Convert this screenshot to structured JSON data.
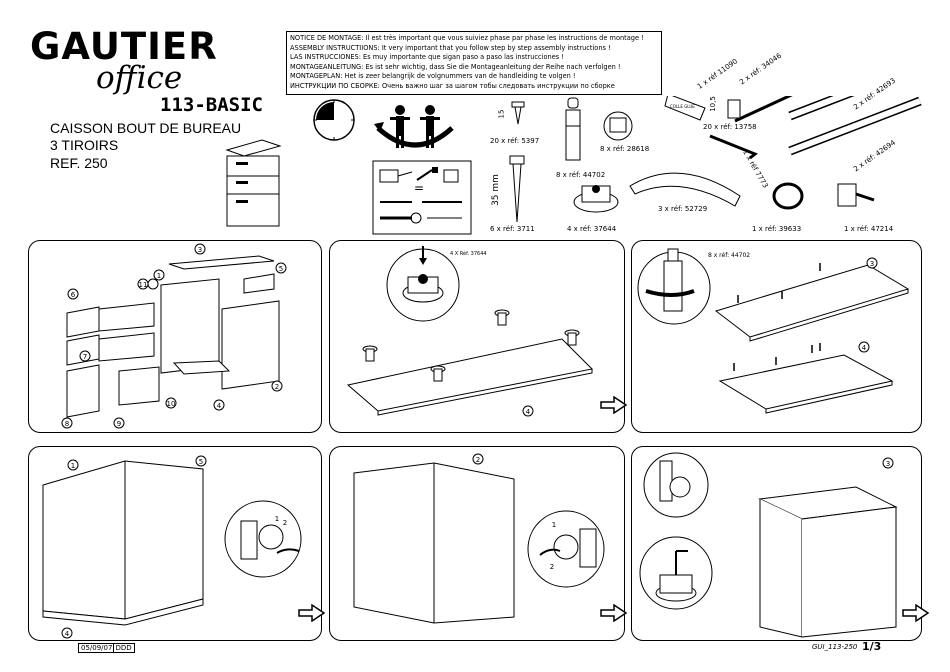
{
  "header": {
    "brand_line1": "GAUTIER",
    "brand_line2": "office",
    "model": "113-BASIC",
    "product_title_line1": "CAISSON BOUT DE BUREAU",
    "product_title_line2": "3 TIROIRS",
    "reference": "REF. 250"
  },
  "notice": [
    "NOTICE DE MONTAGE: Il est très important que vous suiviez phase par phase les instructions de montage !",
    "ASSEMBLY INSTRUCTIIONS: It very important that you follow step by step assembly instructions !",
    "LAS INSTRUCCIONES: Es muy importante que sigan paso a paso las instrucciones !",
    "MONTAGEANLEITUNG: Es ist sehr wichtig, dass Sie die Montageanleitung der Reihe nach verfolgen !",
    "MONTAGEPLAN: Het is zeer belangrijk de volgnummers van de handleiding te volgen !",
    "ИНСТРУКЦИИ ПО СБОРКЕ: Очень важно шаг за шагом тобы следовать инструкции по сборке"
  ],
  "hardware": [
    {
      "qty": "20 x réf: 5397"
    },
    {
      "qty": "8 x réf: 44702"
    },
    {
      "qty": "8 x réf: 28618"
    },
    {
      "qty": "6 x réf: 3711"
    },
    {
      "qty": "4 x réf: 37644"
    },
    {
      "qty": "3 x réf: 52729"
    },
    {
      "qty": "1 x réf: 39633"
    },
    {
      "qty": "1 x réf: 47214"
    },
    {
      "qty": "20 x réf: 13758"
    },
    {
      "qty": "1 x réf 11090"
    },
    {
      "qty": "2 x réf: 34046"
    },
    {
      "qty": "2 x réf: 42693"
    },
    {
      "qty": "2 x réf: 42694"
    },
    {
      "qty": "1 x réf 7773"
    }
  ],
  "dimensions": {
    "screw_len": "35 mm",
    "dowel_h": "10,5",
    "dowel_w": "15"
  },
  "glue_label": "COLLE GLUE",
  "step_labels": {
    "step2_part": "4 X Réf. 37644",
    "step3_part": "8 x réf: 44702"
  },
  "part_numbers": {
    "exploded": [
      "1",
      "2",
      "3",
      "4",
      "5",
      "6",
      "7",
      "8",
      "9",
      "9",
      "10",
      "11",
      "11"
    ],
    "step2": [
      "4"
    ],
    "step3": [
      "3",
      "4"
    ],
    "step4": [
      "1",
      "5",
      "1",
      "2",
      "4"
    ],
    "step5": [
      "2",
      "1",
      "2"
    ],
    "step6": [
      "3"
    ]
  },
  "footer": {
    "date": "05/09/07",
    "date_code": "DDD",
    "doc_code": "GUI_113-250",
    "page": "1/3"
  }
}
